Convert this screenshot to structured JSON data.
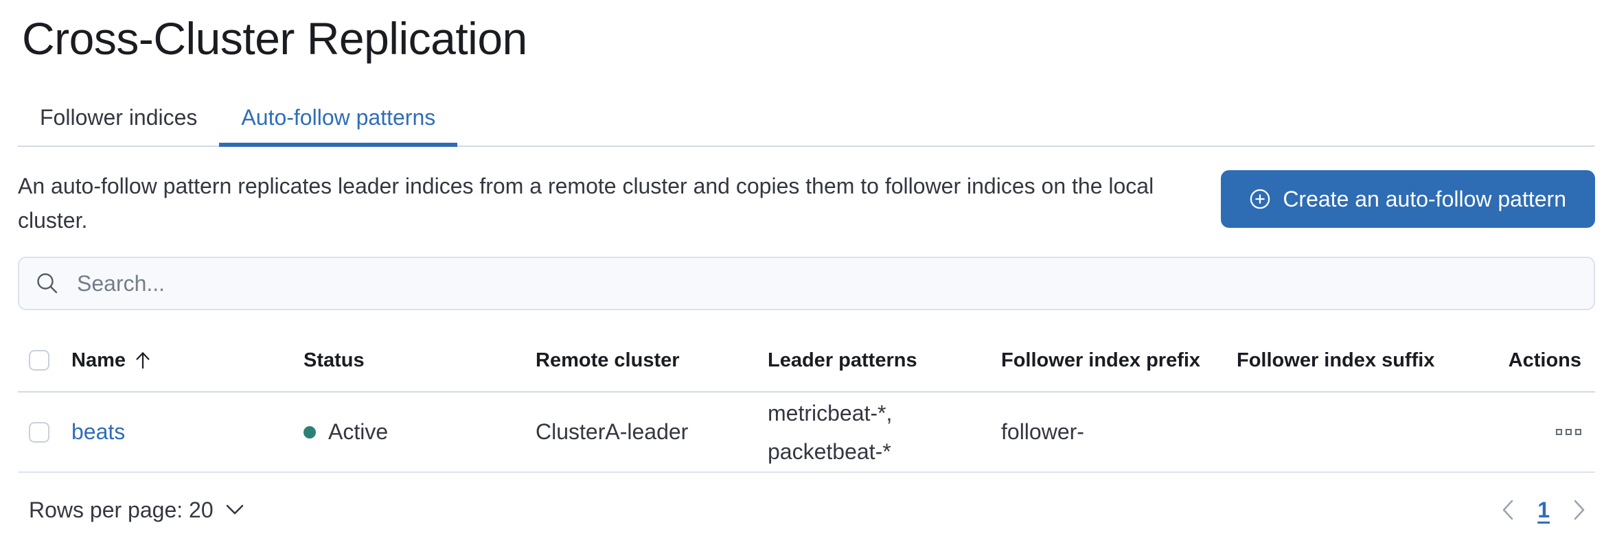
{
  "page": {
    "title": "Cross-Cluster Replication"
  },
  "tabs": [
    {
      "label": "Follower indices",
      "active": false
    },
    {
      "label": "Auto-follow patterns",
      "active": true
    }
  ],
  "description": "An auto-follow pattern replicates leader indices from a remote cluster and copies them to follower indices on the local cluster.",
  "create_button": {
    "label": "Create an auto-follow pattern",
    "icon": "plus-in-circle"
  },
  "search": {
    "placeholder": "Search...",
    "value": ""
  },
  "table": {
    "columns": [
      "Name",
      "Status",
      "Remote cluster",
      "Leader patterns",
      "Follower index prefix",
      "Follower index suffix",
      "Actions"
    ],
    "sorted_column": "Name",
    "sort_direction": "ascending",
    "rows": [
      {
        "name": "beats",
        "status": "Active",
        "remote_cluster": "ClusterA-leader",
        "leader_patterns_lines": [
          "metricbeat-*,",
          "packetbeat-*"
        ],
        "follower_index_prefix": "follower-",
        "follower_index_suffix": ""
      }
    ]
  },
  "pagination": {
    "rows_per_page_label": "Rows per page: 20",
    "current_page": "1"
  },
  "colors": {
    "accent_blue": "#2f6db8",
    "button_blue": "#2e6cb3",
    "status_active_dot": "#2b8174",
    "border_gray": "#d3dae6",
    "text_dark": "#1a1c21",
    "text_body": "#343741",
    "muted_gray": "#757d8c"
  }
}
